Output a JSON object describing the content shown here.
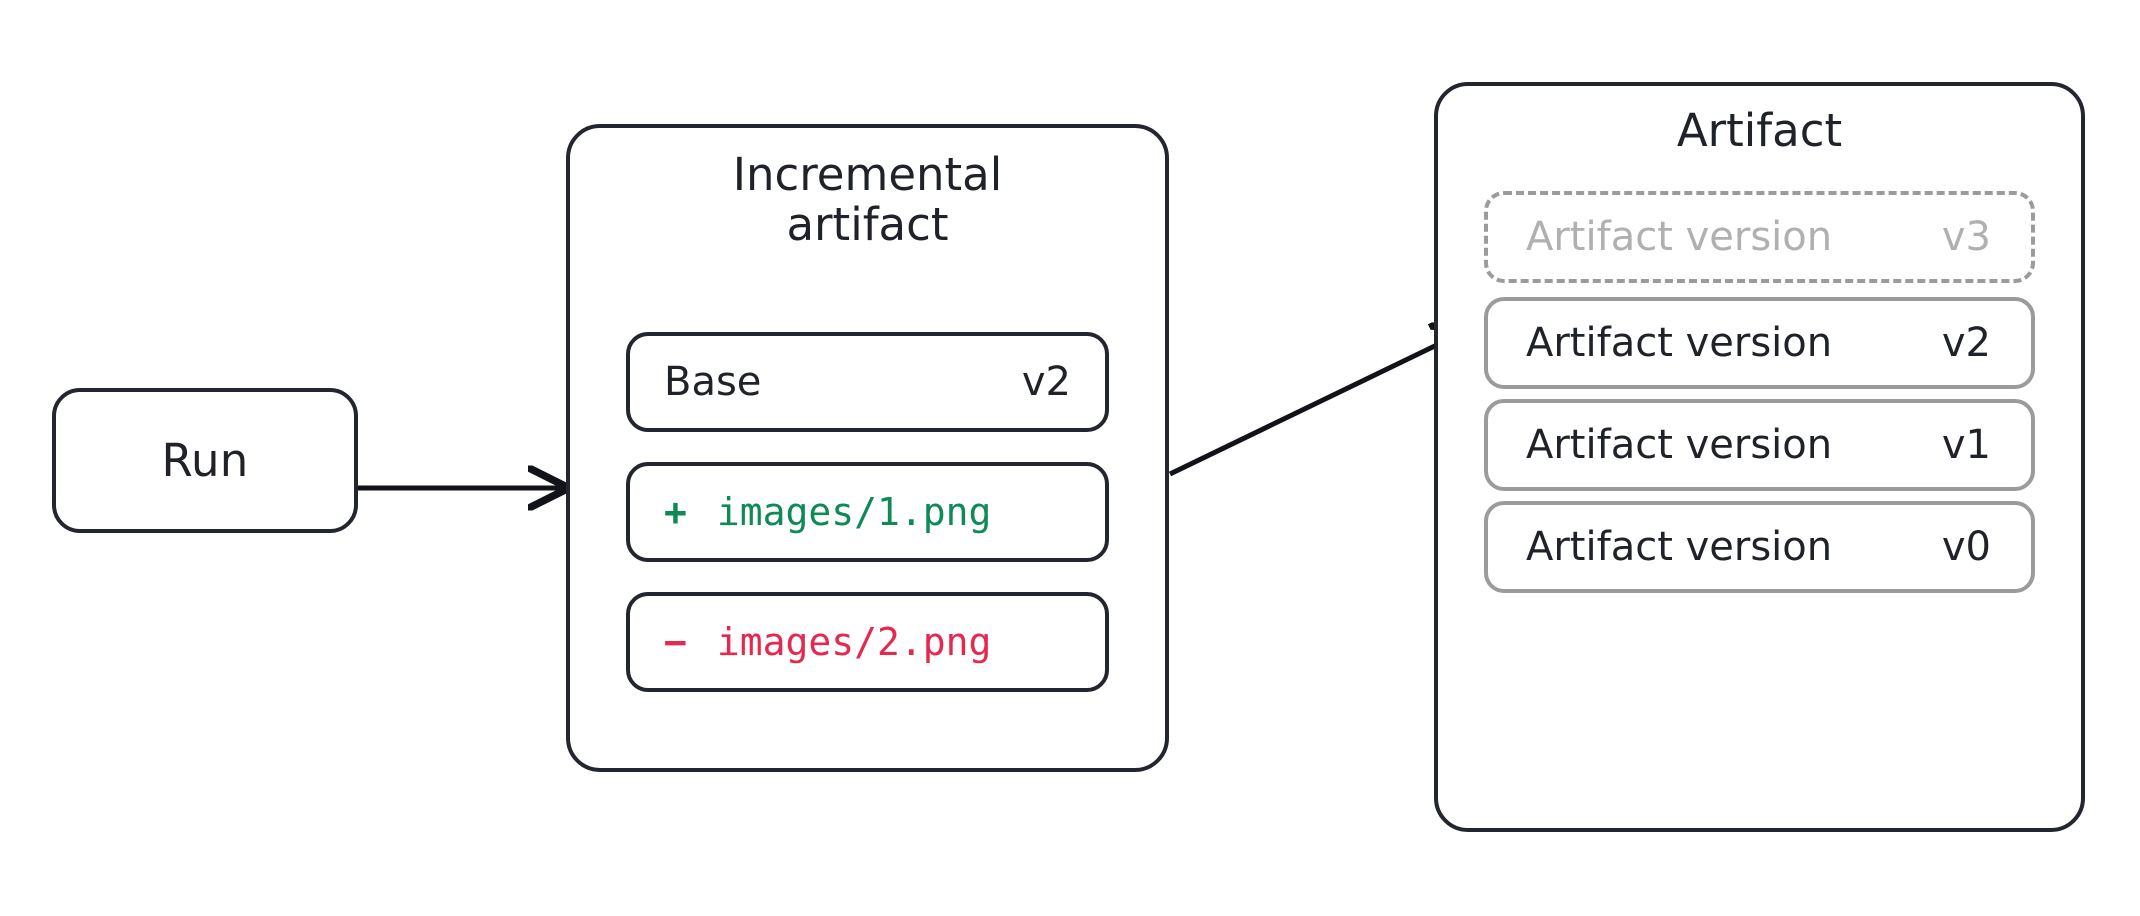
{
  "diagram": {
    "title_run": "Run",
    "nodes": {
      "run": {
        "label": "Run"
      },
      "incremental_artifact": {
        "title": "Incremental\nartifact",
        "rows": [
          {
            "type": "base",
            "label": "Base",
            "value": "v2"
          },
          {
            "type": "added",
            "sign": "+",
            "path": "images/1.png",
            "color": "#0e8a57"
          },
          {
            "type": "removed",
            "sign": "−",
            "path": "images/2.png",
            "color": "#e6284f"
          }
        ]
      },
      "artifact": {
        "title": "Artifact",
        "versions": [
          {
            "label": "Artifact version",
            "value": "v3",
            "state": "pending"
          },
          {
            "label": "Artifact version",
            "value": "v2",
            "state": "existing"
          },
          {
            "label": "Artifact version",
            "value": "v1",
            "state": "existing"
          },
          {
            "label": "Artifact version",
            "value": "v0",
            "state": "existing"
          }
        ]
      }
    },
    "edges": [
      {
        "from": "run",
        "to": "incremental_artifact",
        "style": "solid-arrow"
      },
      {
        "from": "incremental_artifact",
        "to": "artifact_version_v3",
        "style": "solid-arrow"
      }
    ],
    "colors": {
      "stroke_dark": "#23262e",
      "stroke_gray": "#9b9b9b",
      "text_muted": "#b0b0b0",
      "added": "#0e8a57",
      "removed": "#e6284f",
      "background": "#ffffff"
    }
  }
}
